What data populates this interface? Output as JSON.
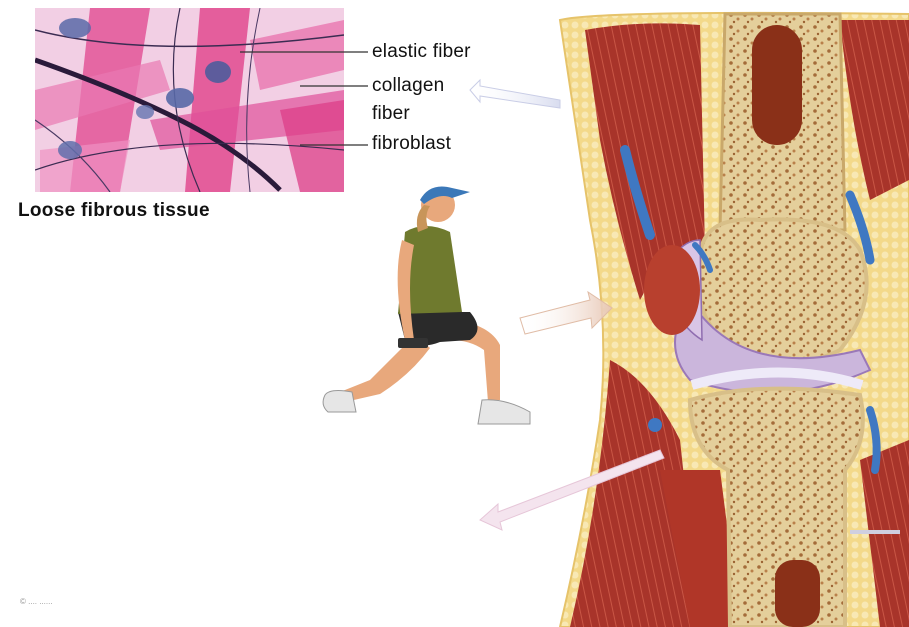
{
  "labels": {
    "tissue_title": "Loose fibrous tissue",
    "elastic_fiber": "elastic fiber",
    "collagen_fiber_line1": "collagen",
    "collagen_fiber_line2": "fiber",
    "fibroblast": "fibroblast",
    "credit": "© .... ......"
  },
  "colors": {
    "micrograph_pink": "#e0408c",
    "micrograph_bg": "#f4d4e8",
    "muscle_red": "#b03628",
    "bone_tan": "#e7d3a4",
    "marrow_dark": "#8a3018",
    "fat_yellow": "#f2d878",
    "cartilage_lilac": "#cbb6dc",
    "tendon_blue": "#3f78c2",
    "shirt_green": "#6f7a2e",
    "cap_blue": "#3b78b8",
    "skin": "#e8a87c"
  }
}
